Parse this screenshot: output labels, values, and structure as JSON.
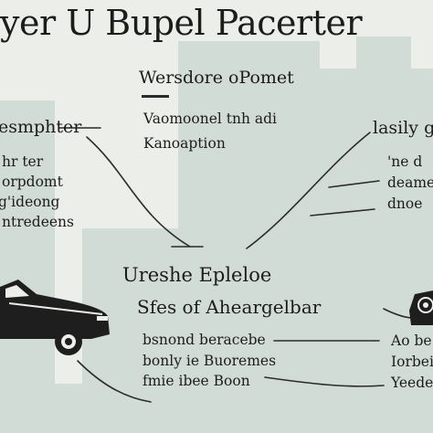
{
  "title": "yer U Bupel Pacerter",
  "top_center": {
    "heading": "Wersdore oPomet",
    "line1": "Vaomoonel tnh adi",
    "line2": "Kanoaption"
  },
  "left_block": {
    "heading": "esmphter",
    "lines": [
      "hr ter",
      "orpdomt",
      "g'ideong",
      "ntredeens"
    ]
  },
  "right_block": {
    "heading": "lasily g",
    "lines": [
      "'ne d",
      "deame",
      "dnoe"
    ]
  },
  "middle": {
    "heading1": "Ureshe Epleloe",
    "heading2": "Sfes of Aheargelbar"
  },
  "bottom_center": {
    "lines": [
      "bsnond beracebe",
      "bonly ie Buoremes",
      "fmie ibee Boon"
    ]
  },
  "bottom_right": {
    "lines": [
      "Ao be",
      "Iorbeis",
      "Yeedes"
    ]
  },
  "colors": {
    "background": "#eceeea",
    "buildings": "#d2dcd6",
    "ink": "#1c1c1c",
    "car": "#1e1e1e"
  },
  "icons": [
    "car-icon",
    "car-icon-right"
  ]
}
